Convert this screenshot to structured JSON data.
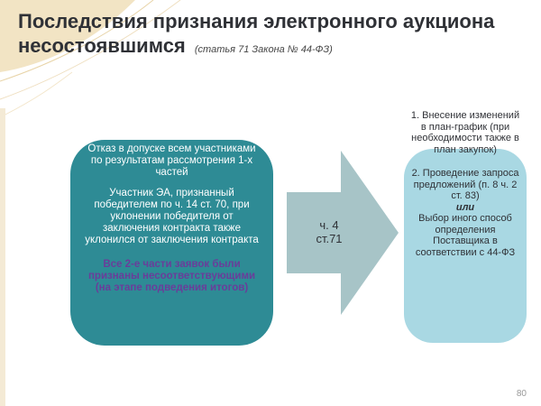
{
  "slide": {
    "title": "Последствия признания электронного аукциона несостоявшимся",
    "title_note": "(статья 71 Закона № 44-ФЗ)",
    "page_number": "80"
  },
  "left_box": {
    "text1": "Отказ в допуске всем участниками по результатам рассмотрения 1-х частей",
    "text2": "Участник ЭА, признанный победителем по ч. 14 ст. 70, при уклонении победителя от заключения контракта также уклонился от заключения контракта",
    "text3": "Все 2-е части заявок были признаны несоответствующими (на этапе подведения итогов)"
  },
  "arrow": {
    "line1": "ч. 4",
    "line2": "ст.71"
  },
  "right_box": {
    "item1": "1. Внесение изменений в план-график (при необходимости также в план закупок)",
    "item2": "2. Проведение запроса предложений (п. 8 ч. 2 ст. 83)",
    "or_label": "или",
    "item3": "Выбор иного способ определения Поставщика в соответствии с 44-ФЗ"
  },
  "colors": {
    "left_box": "#2e8b95",
    "right_box": "#a9d8e3",
    "arrow": "#a7c4c7",
    "purple_text": "#6a3d9a",
    "decor": "#f2e4c4"
  }
}
